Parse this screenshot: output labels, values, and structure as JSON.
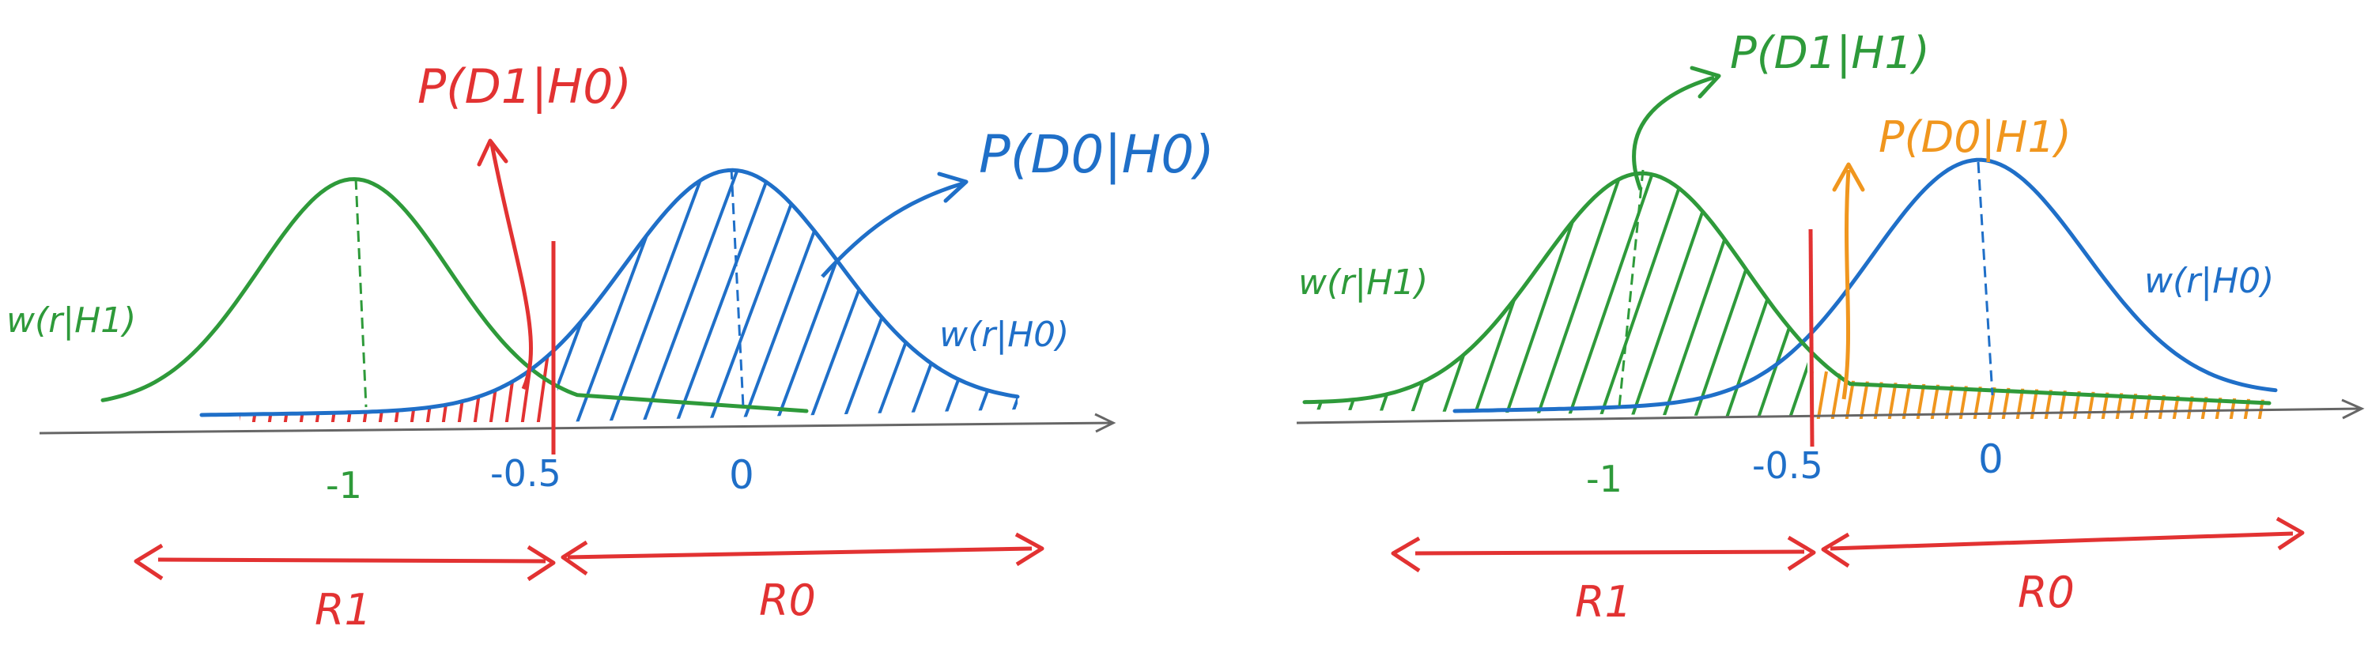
{
  "colors": {
    "green": "#2e9a3a",
    "blue": "#1f6fc8",
    "red": "#e23232",
    "orange": "#f0961e",
    "axis": "#666666"
  },
  "panels": [
    {
      "labels": {
        "w_h1": "w(r|H1)",
        "w_h0": "w(r|H0)",
        "p_top": "P(D1|H0)",
        "p_right": "P(D0|H0)"
      },
      "ticks": {
        "t1": "-1",
        "t2": "-0.5",
        "t3": "0"
      },
      "regions": {
        "left": "R1",
        "right": "R0"
      }
    },
    {
      "labels": {
        "w_h1": "w(r|H1)",
        "w_h0": "w(r|H0)",
        "p_top": "P(D1|H1)",
        "p_right": "P(D0|H1)"
      },
      "ticks": {
        "t1": "-1",
        "t2": "-0.5",
        "t3": "0"
      },
      "regions": {
        "left": "R1",
        "right": "R0"
      }
    }
  ]
}
